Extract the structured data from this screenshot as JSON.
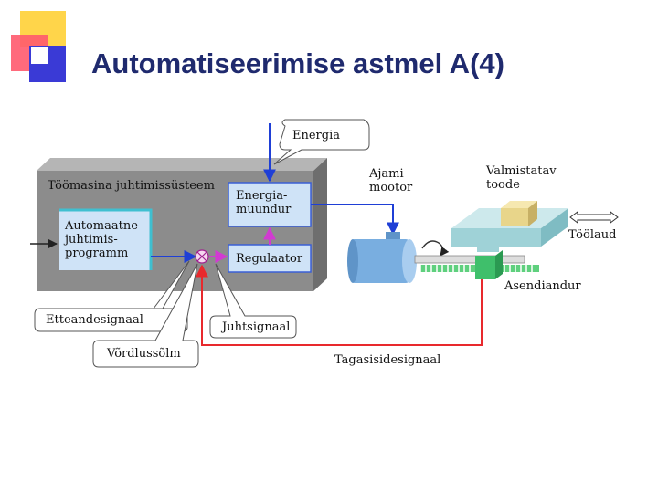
{
  "title": "Automatiseerimise astmel A(4)",
  "labels": {
    "control_system": "Töömasina juhtimissüsteem",
    "program": "Automaatne juhtimis-programm",
    "energy_converter": "Energia-muundur",
    "regulator": "Regulaator",
    "energy": "Energia",
    "motor": "Ajami mootor",
    "product": "Valmistatav toode",
    "table": "Töölaud",
    "position_sensor": "Asendiandur",
    "setpoint_signal": "Etteandesignaal",
    "control_signal": "Juhtsignaal",
    "comparator": "Võrdlussõlm",
    "feedback_signal": "Tagasisidesignaal"
  },
  "colors": {
    "title": "#1f2a6e",
    "system_block": "#8c8c8c",
    "inner_box": "#cfe3f7",
    "arrow_blue": "#1f3fd6",
    "arrow_red": "#e8292d",
    "arrow_magenta": "#d23ad2",
    "motor": "#79aee0",
    "table": "#b9e0e3",
    "sensor": "#3fbf6b",
    "product": "#e8d58a"
  }
}
